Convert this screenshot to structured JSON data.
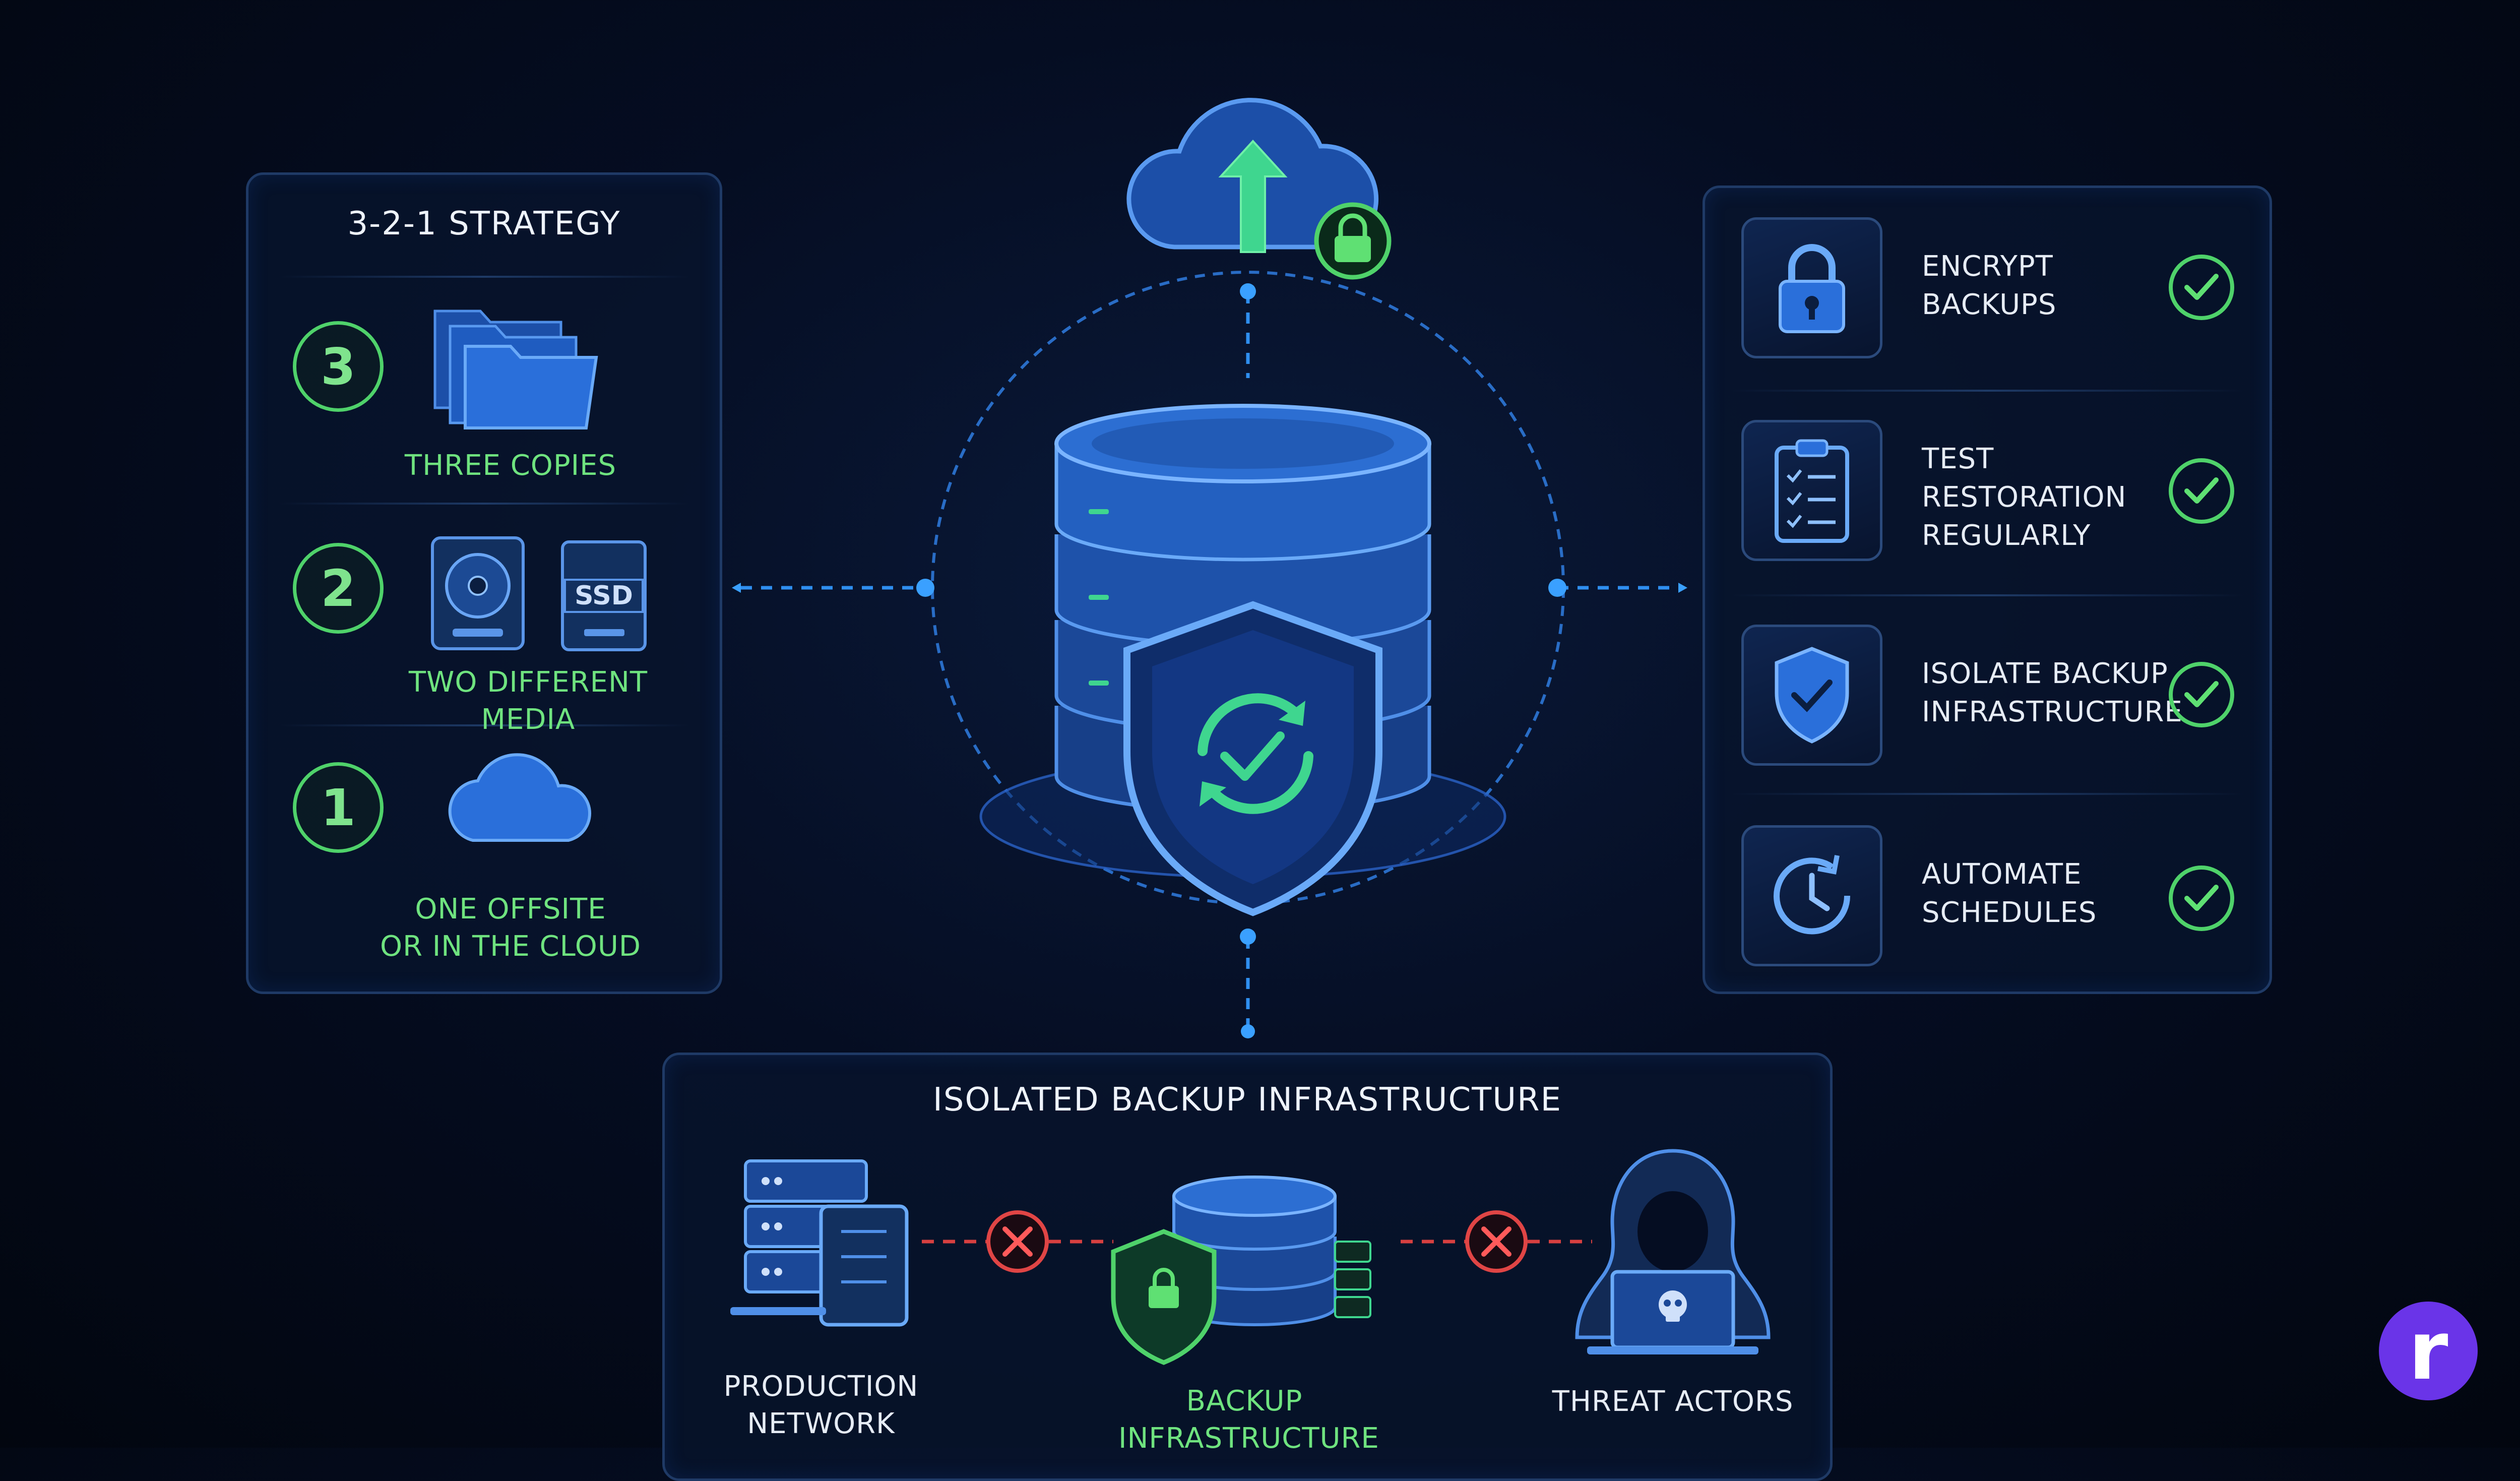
{
  "strategy": {
    "title": "3-2-1 STRATEGY",
    "items": [
      {
        "number": "3",
        "label": "THREE COPIES",
        "icon": "folders-icon"
      },
      {
        "number": "2",
        "label": "TWO DIFFERENT MEDIA",
        "icon": "hdd-ssd-icon",
        "ssd_text": "SSD"
      },
      {
        "number": "1",
        "label_line1": "ONE OFFSITE",
        "label_line2": "OR IN THE CLOUD",
        "icon": "cloud-icon"
      }
    ]
  },
  "practices": {
    "items": [
      {
        "line1": "ENCRYPT",
        "line2": "BACKUPS",
        "icon": "padlock-icon"
      },
      {
        "line1": "TEST",
        "line2": "RESTORATION",
        "line3": "REGULARLY",
        "icon": "checklist-icon"
      },
      {
        "line1": "ISOLATE BACKUP",
        "line2": "INFRASTRUCTURE",
        "icon": "shield-check-icon"
      },
      {
        "line1": "AUTOMATE",
        "line2": "SCHEDULES",
        "icon": "clock-icon"
      }
    ]
  },
  "isolated": {
    "title": "ISOLATED BACKUP INFRASTRUCTURE",
    "production": {
      "line1": "PRODUCTION",
      "line2": "NETWORK"
    },
    "backup": {
      "line1": "BACKUP",
      "line2": "INFRASTRUCTURE"
    },
    "threat": {
      "line1": "THREAT ACTORS"
    }
  },
  "colors": {
    "accent_green": "#4fd26a",
    "accent_blue": "#2f7de0",
    "blocked_red": "#e04545",
    "logo_purple": "#6a34e8"
  },
  "logo": {
    "letter": "r"
  }
}
